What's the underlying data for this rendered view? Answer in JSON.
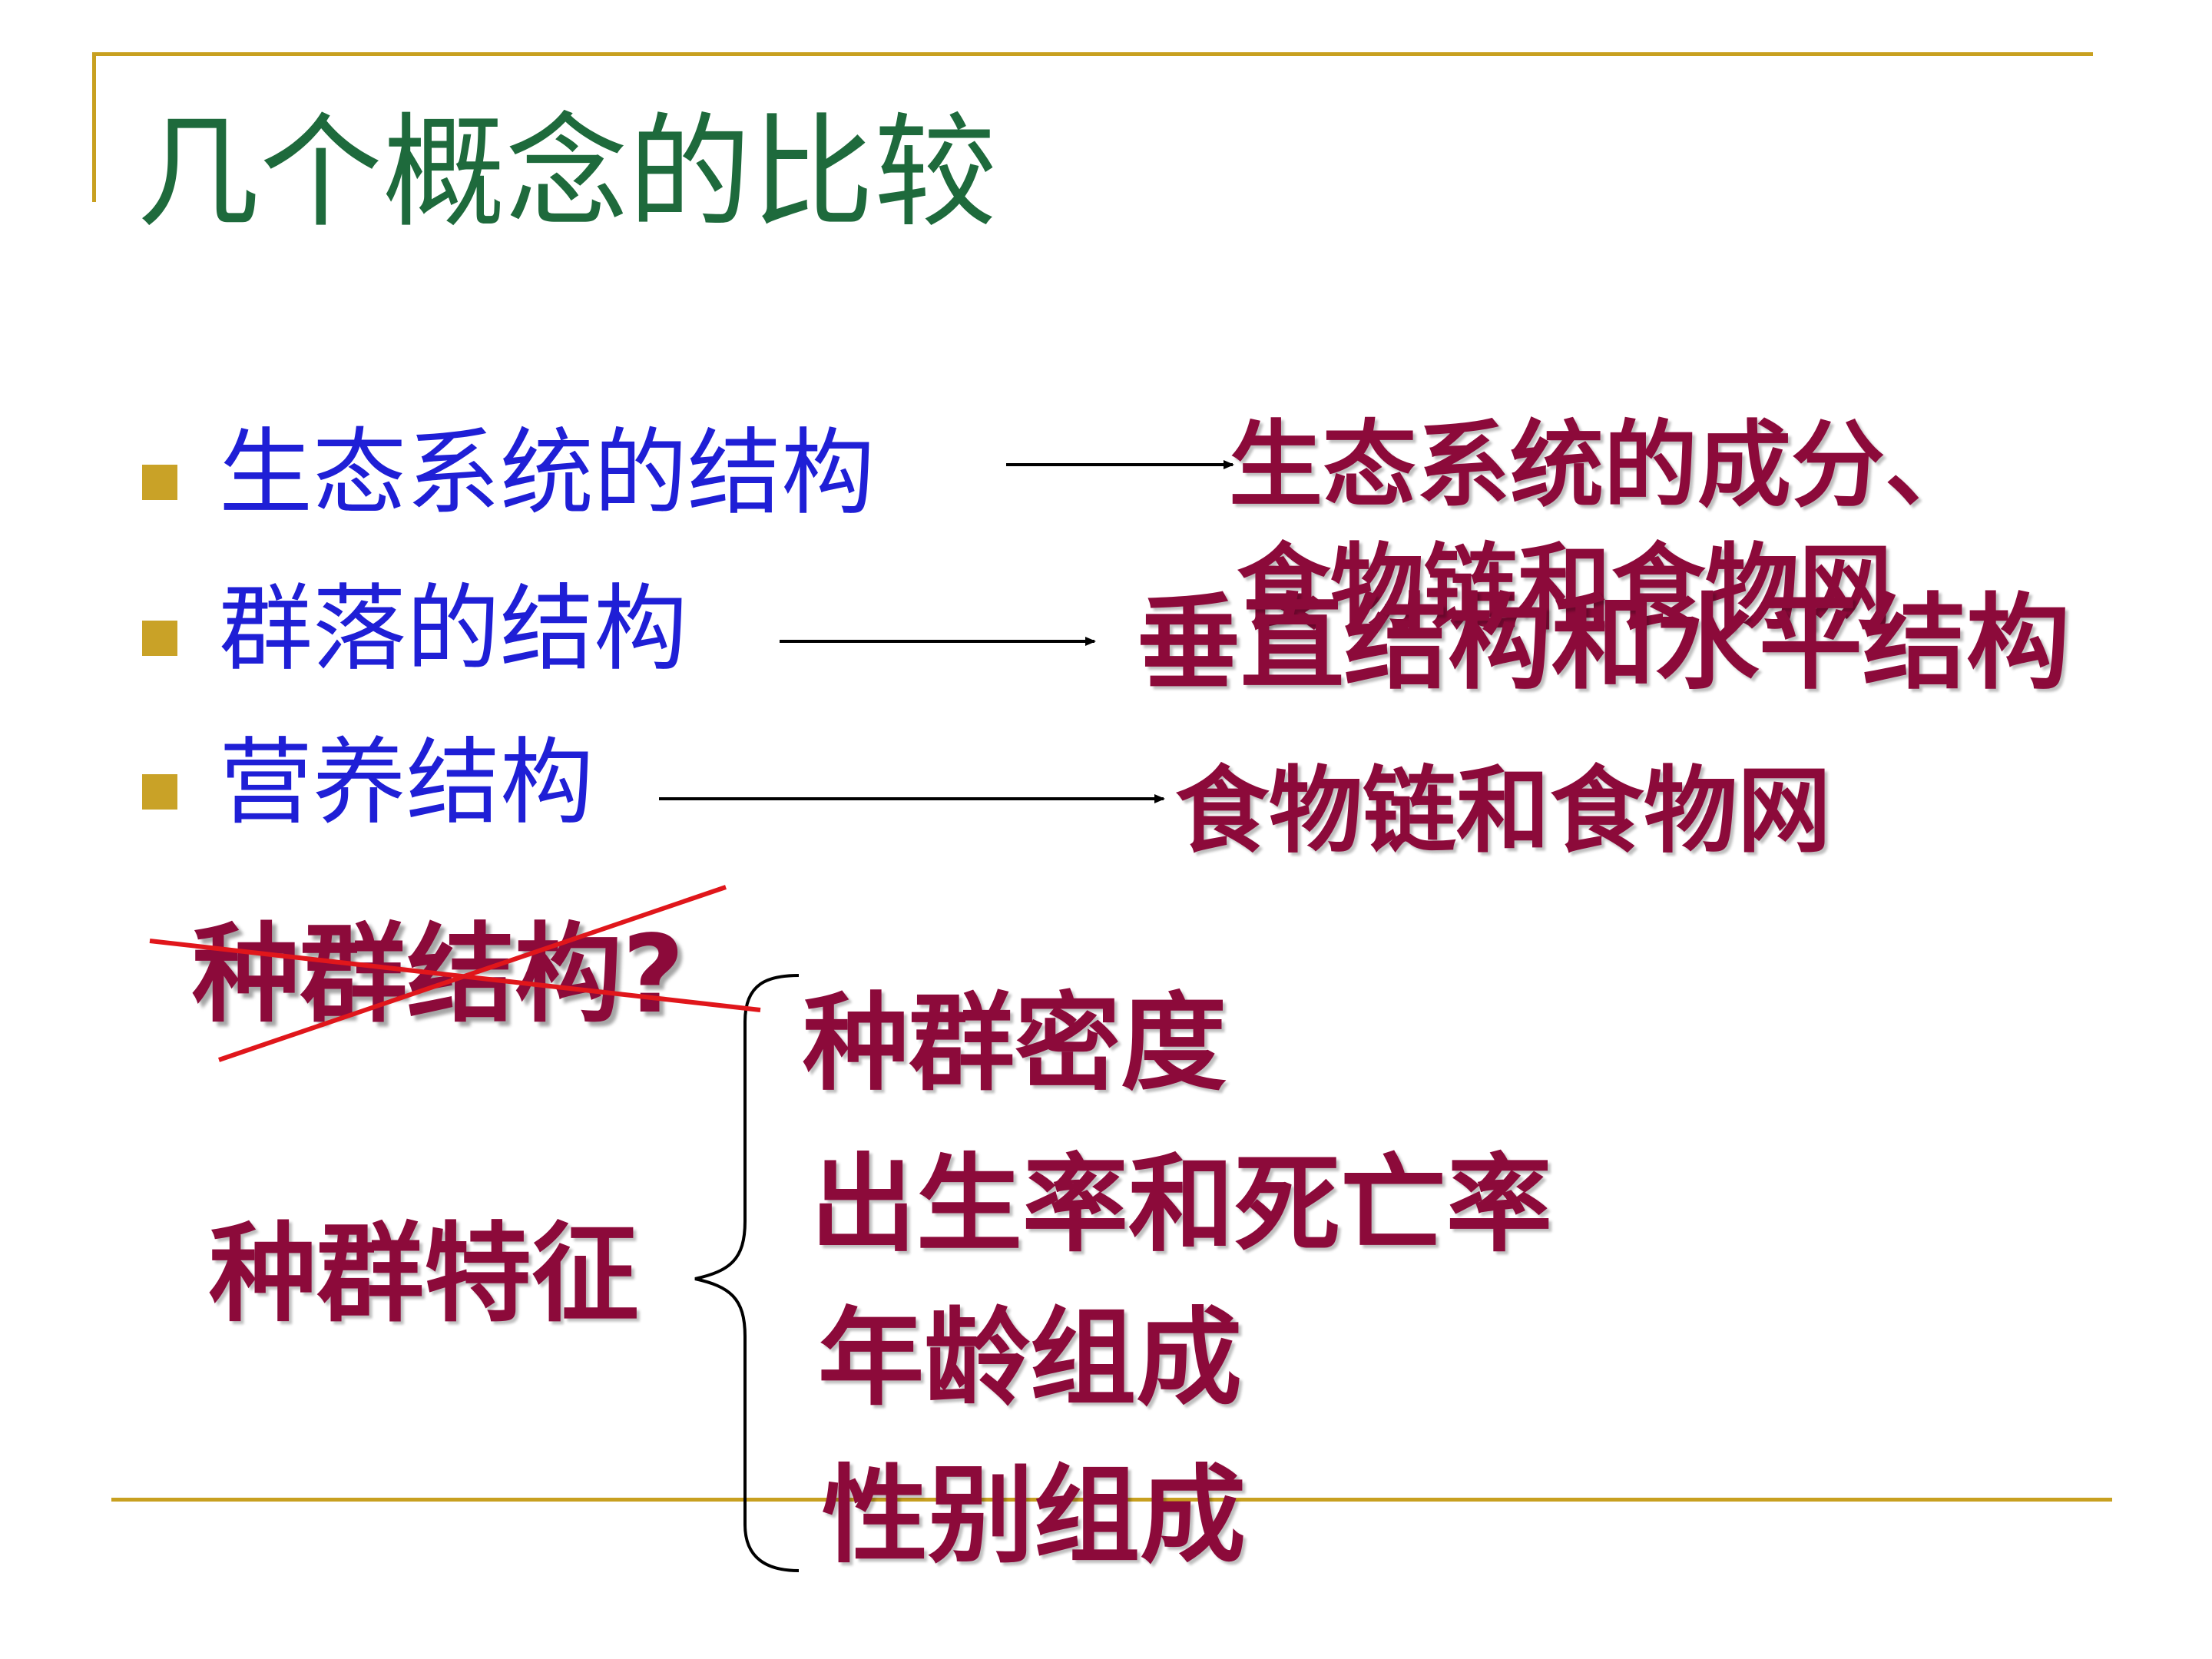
{
  "slide": {
    "title": "几个概念的比较"
  },
  "bullets": [
    {
      "label": "生态系统的结构",
      "answer": "生态系统的成分、",
      "answer_line2": "食物链和食物网"
    },
    {
      "label": "群落的结构",
      "answer": "垂直结构和水平结构"
    },
    {
      "label": "营养结构",
      "answer": "食物链和食物网"
    }
  ],
  "crossed_question": "种群结构?",
  "population": {
    "label": "种群特征",
    "items": [
      "种群密度",
      "出生率和死亡率",
      "年龄组成",
      "性别组成"
    ]
  },
  "colors": {
    "title": "#1e6a3c",
    "bullet_text": "#1f1fd6",
    "answer_text": "#8c0a3a",
    "bullet_marker": "#c9a227",
    "frame_line": "#c8a020",
    "cross_out": "#e0161b"
  }
}
